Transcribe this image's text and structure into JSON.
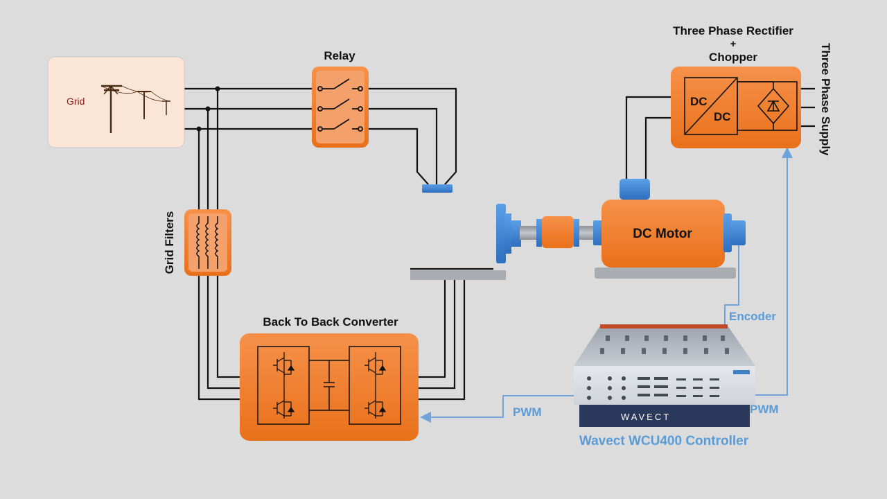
{
  "title": "",
  "colors": {
    "background": "#dcdcdc",
    "orange": "#ef7d22",
    "orange_light": "#f4a06a",
    "grid_box": "#fbe5d6",
    "signal_blue": "#5b9bd5",
    "wire": "#111111"
  },
  "grid": {
    "label": "Grid"
  },
  "relay": {
    "label": "Relay"
  },
  "grid_filters": {
    "label": "Grid Filters"
  },
  "converter": {
    "label": "Back To Back Converter"
  },
  "rectifier": {
    "label_line1": "Three Phase Rectifier",
    "label_line2": "+",
    "label_line3": "Chopper",
    "dc_in": "DC",
    "dc_out": "DC"
  },
  "supply": {
    "label": "Three Phase Supply"
  },
  "motor": {
    "label": "DC Motor"
  },
  "controller": {
    "label": "Wavect WCU400 Controller",
    "brand": "WAVECT"
  },
  "signals": {
    "encoder": "Encoder",
    "pwm_left": "PWM",
    "pwm_right": "PWM"
  },
  "icons": {
    "grid": "power-pole-icon",
    "relay": "switch-icon",
    "filter": "inductor-icon",
    "igbt": "igbt-icon",
    "rectifier": "diode-bridge-icon"
  }
}
